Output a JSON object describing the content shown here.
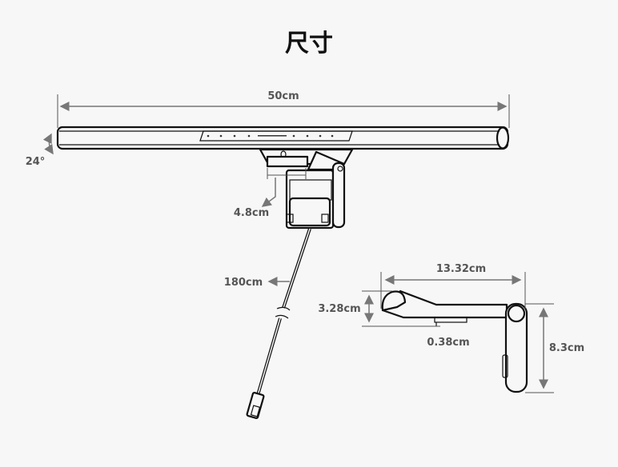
{
  "title": "尺寸",
  "dimensions": {
    "bar_length": "50cm",
    "tilt_angle": "24°",
    "clip_depth": "4.8cm",
    "cable_length": "180cm",
    "clamp_width": "13.32cm",
    "clamp_height": "3.28cm",
    "clamp_gap": "0.38cm",
    "clamp_drop": "8.3cm"
  },
  "colors": {
    "label": "#555555",
    "line": "#111111",
    "background": "#f7f7f7"
  }
}
